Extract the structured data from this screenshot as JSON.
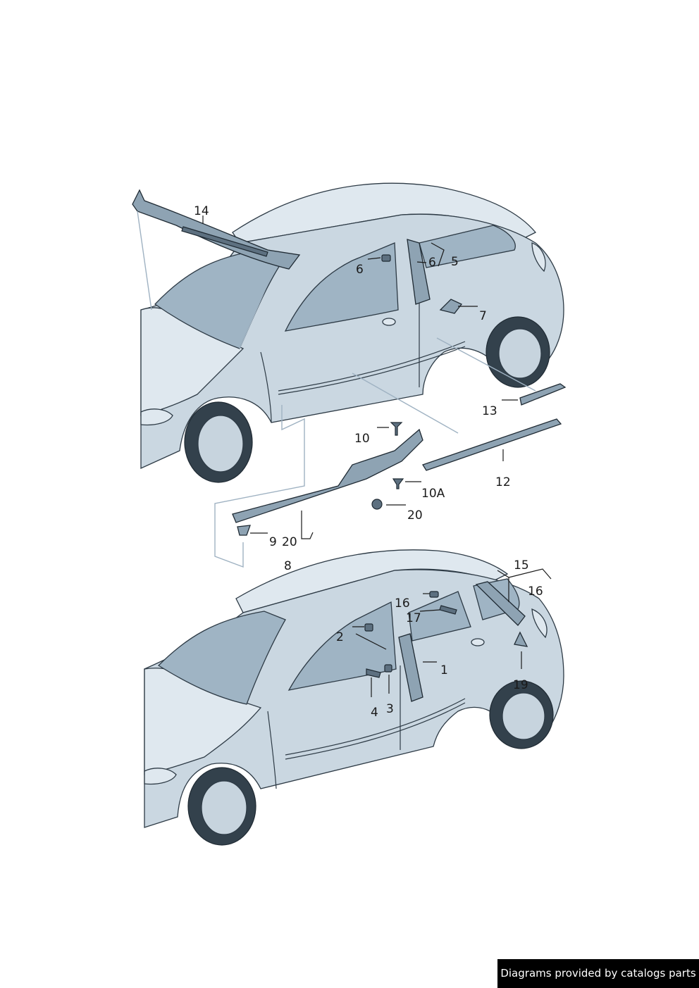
{
  "callouts": {
    "c1": "1",
    "c2": "2",
    "c3": "3",
    "c4": "4",
    "c5": "5",
    "c6a": "6",
    "c6b": "6",
    "c7": "7",
    "c8": "8",
    "c9": "9",
    "c10": "10",
    "c10a": "10A",
    "c12": "12",
    "c13": "13",
    "c14": "14",
    "c15": "15",
    "c16a": "16",
    "c16b": "16",
    "c17": "17",
    "c19": "19",
    "c20a": "20",
    "c20b": "20"
  },
  "watermark": "Diagrams provided by catalogs parts",
  "colors": {
    "body_light": "#dfe8ef",
    "body": "#cad7e1",
    "glass": "#9fb4c4",
    "outline": "#2d3a45",
    "part": "#8ea3b3",
    "watermark_bg": "#000000"
  }
}
